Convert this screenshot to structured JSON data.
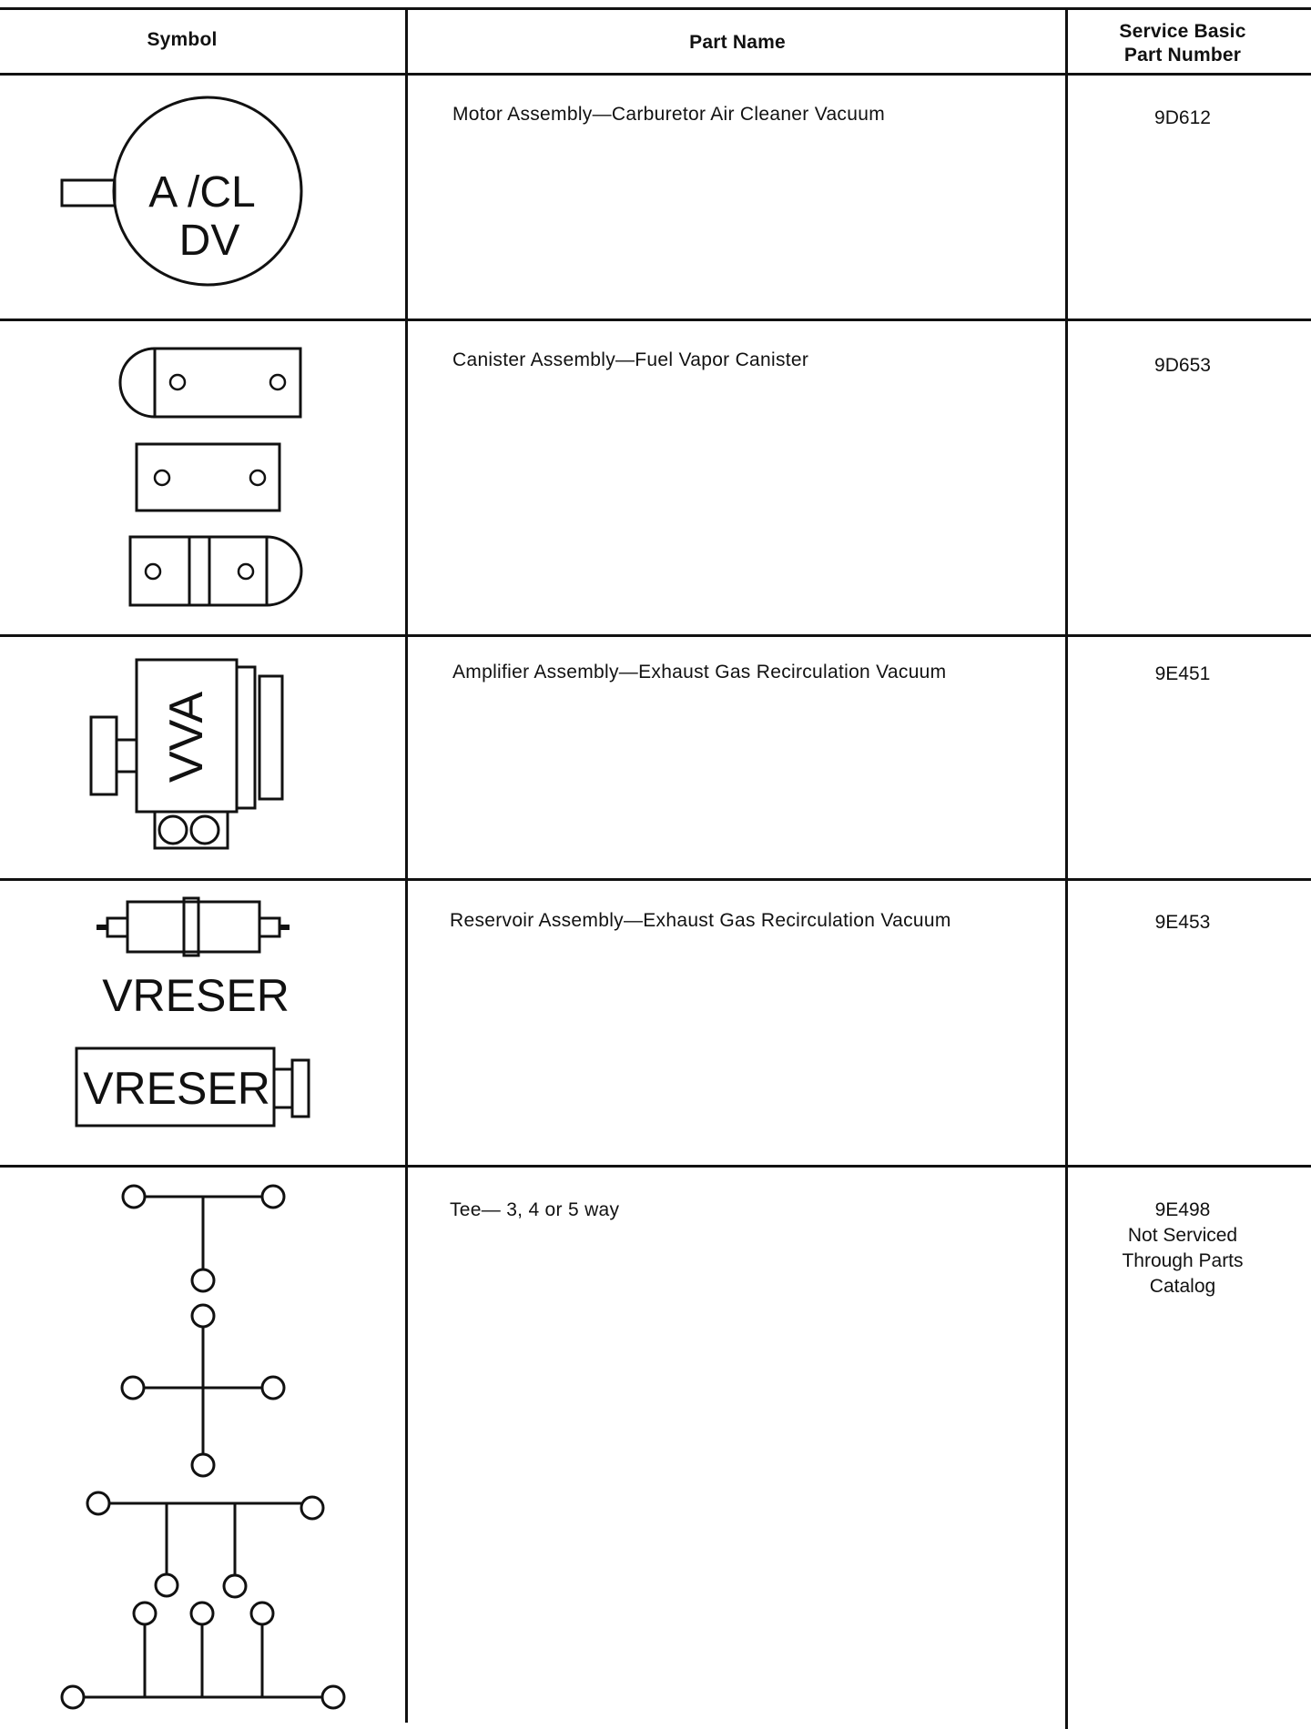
{
  "header": {
    "symbol": "Symbol",
    "part_name": "Part Name",
    "part_number_line1": "Service Basic",
    "part_number_line2": "Part Number"
  },
  "rows": [
    {
      "symbol_text": [
        "A /CL",
        "DV"
      ],
      "part_name": "Motor Assembly—Carburetor Air Cleaner Vacuum",
      "part_number": [
        "9D612"
      ]
    },
    {
      "symbol_text": [],
      "part_name": "Canister Assembly—Fuel Vapor Canister",
      "part_number": [
        "9D653"
      ]
    },
    {
      "symbol_text": [
        "VVA"
      ],
      "part_name": "Amplifier Assembly—Exhaust Gas Recirculation Vacuum",
      "part_number": [
        "9E451"
      ]
    },
    {
      "symbol_text": [
        "VRESER",
        "VRESER"
      ],
      "part_name": "Reservoir Assembly—Exhaust Gas Recirculation Vacuum",
      "part_number": [
        "9E453"
      ]
    },
    {
      "symbol_text": [],
      "part_name": "Tee— 3, 4 or 5 way",
      "part_number": [
        "9E498",
        "Not Serviced",
        "Through Parts",
        "Catalog"
      ]
    }
  ]
}
